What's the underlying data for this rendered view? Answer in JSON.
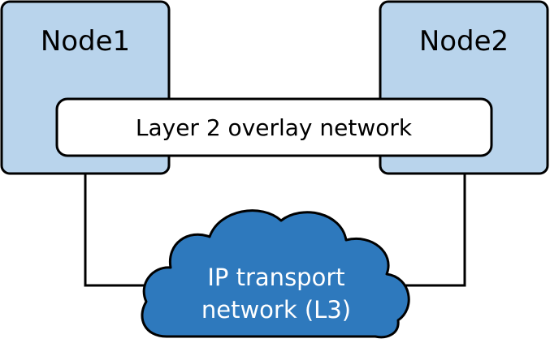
{
  "nodes": [
    {
      "label": "Node1"
    },
    {
      "label": "Node2"
    }
  ],
  "overlay": {
    "label": "Layer 2 overlay network"
  },
  "transport": {
    "line1": "IP transport",
    "line2": "network (L3)"
  },
  "colors": {
    "node_fill": "#B9D4EC",
    "cloud_fill": "#2E79BD",
    "stroke": "#000000",
    "overlay_fill": "#FFFFFF"
  }
}
